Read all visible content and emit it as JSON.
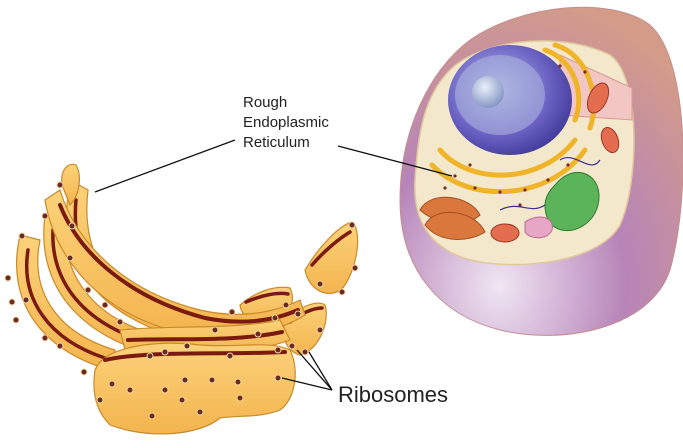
{
  "labels": {
    "rer_line1": "Rough",
    "rer_line2": "Endoplasmic",
    "rer_line3": "Reticulum",
    "ribosomes": "Ribosomes"
  },
  "colors": {
    "cistern_fill": "#f9c468",
    "cistern_edge": "#c98a2a",
    "lumen": "#7a1a10",
    "ribosome": "#7a2a25",
    "cell_outer": "#d4a0a6",
    "cytoplasm": "#f6ead0",
    "nucleus": "#4d46a8",
    "nucleolus": "#a8b8d8",
    "golgi": "#f0b429",
    "mitochondria": "#e46c4f",
    "chloroplast_like": "#5cb45a",
    "leader": "#111111"
  }
}
